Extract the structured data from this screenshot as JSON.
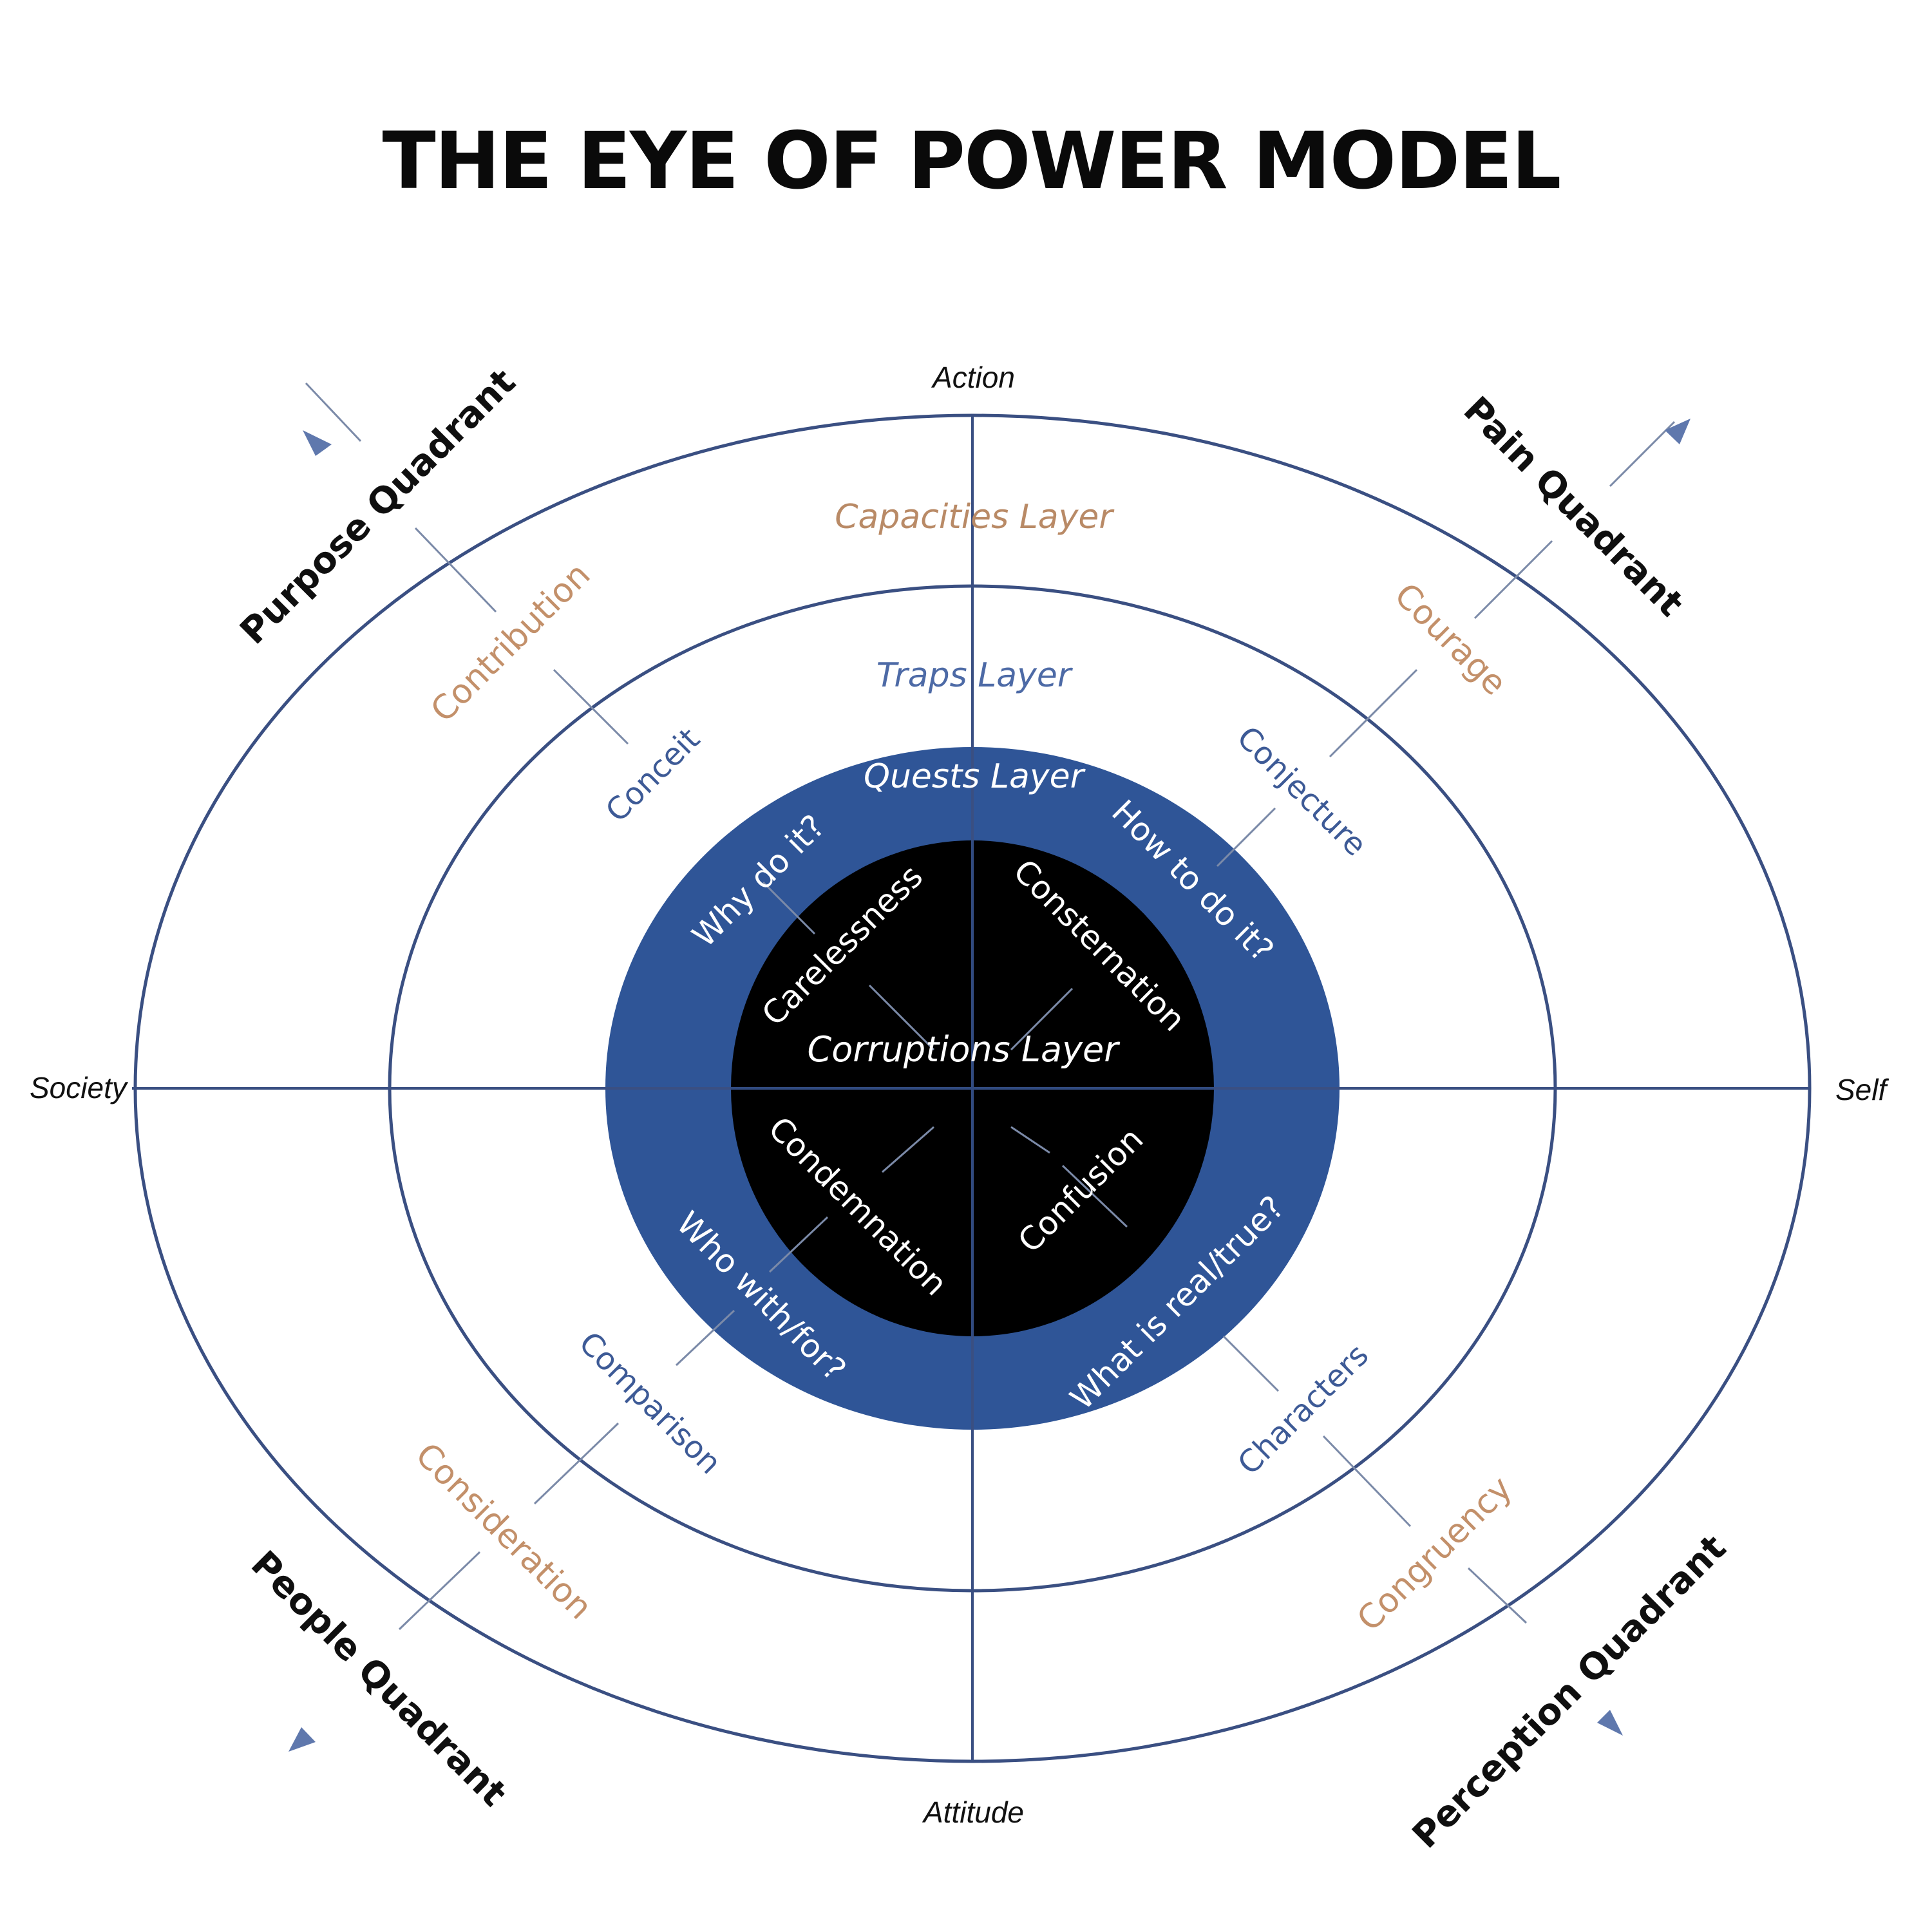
{
  "title": "THE EYE OF POWER MODEL",
  "axes": {
    "top": "Action",
    "bottom": "Attitude",
    "left": "Society",
    "right": "Self"
  },
  "quadrants": {
    "top_left": "Purpose Quadrant",
    "top_right": "Pain Quadrant",
    "bottom_left": "People Quadrant",
    "bottom_right": "Perception Quadrant"
  },
  "layers": {
    "capacities": "Capacities Layer",
    "traps": "Traps Layer",
    "quests": "Quests Layer",
    "corruptions": "Corruptions Layer"
  },
  "capacities": {
    "top_left": "Contribution",
    "top_right": "Courage",
    "bottom_left": "Consideration",
    "bottom_right": "Congruency"
  },
  "traps": {
    "top_left": "Conceit",
    "top_right": "Conjecture",
    "bottom_left": "Comparison",
    "bottom_right": "Characters"
  },
  "quests": {
    "top_left": "Why do it?",
    "top_right": "How to do it?",
    "bottom_left": "Who with/for?",
    "bottom_right": "What is real/true?"
  },
  "corruptions": {
    "top_left": "Carelessness",
    "top_right": "Consternation",
    "bottom_left": "Condemnation",
    "bottom_right": "Confusion"
  },
  "colors": {
    "outline": "#3a4f82",
    "quests_ring": "#2f5597",
    "core": "#000000",
    "capacity_text": "#c3906a",
    "trap_text": "#3d5a96",
    "arrow": "#6f86b4"
  }
}
